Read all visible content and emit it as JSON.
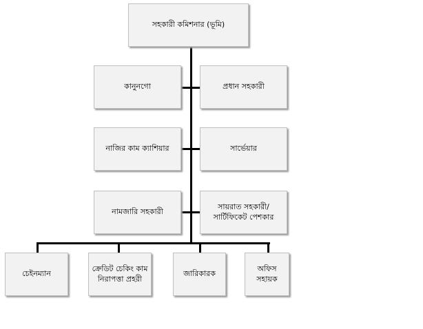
{
  "top": "সহকারী কমিশনার (ভূমি)",
  "rows": [
    {
      "left": "কানুনগো",
      "right": "প্রধান সহকারী"
    },
    {
      "left": "নাজির কাম ক্যাশিয়ার",
      "right": "সার্ভেয়ার"
    },
    {
      "left": "নামজারি সহকারী",
      "right": "সায়রাত সহকারী/সার্টিফিকেট পেশকার"
    }
  ],
  "bottom": [
    "চেইনম্যান",
    "ক্রেডিট চেকিং কাম নিরাপত্তা প্রহরী",
    "জারিকারক",
    "অফিস সহায়ক"
  ]
}
